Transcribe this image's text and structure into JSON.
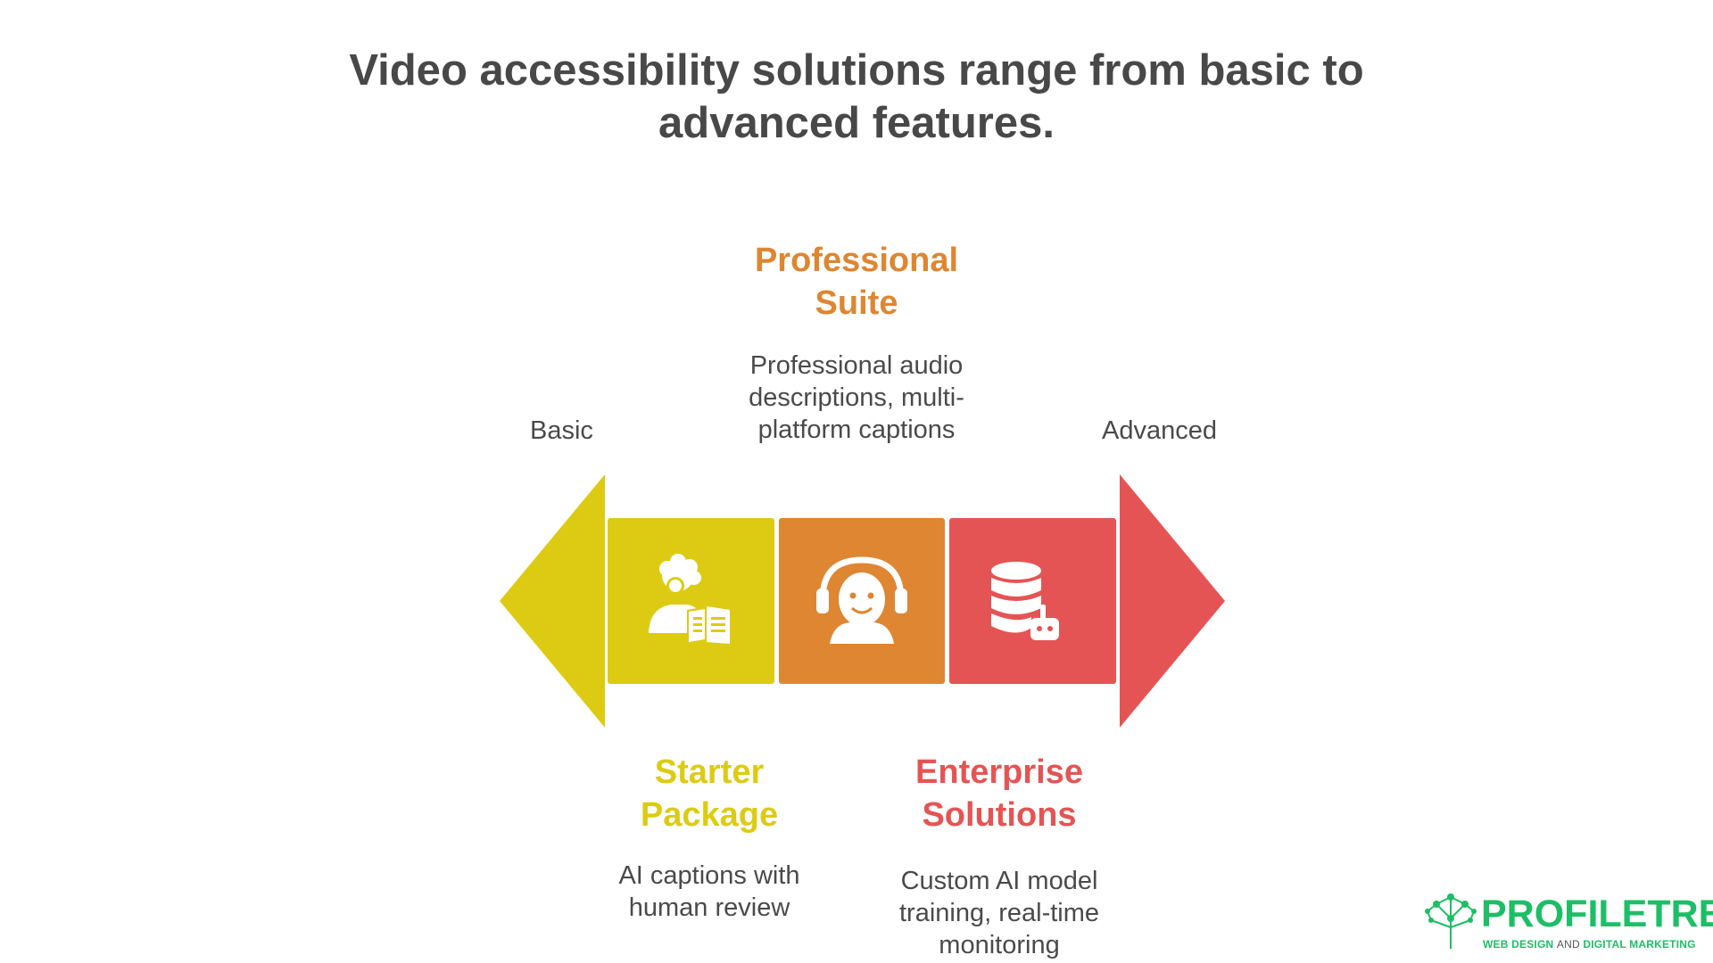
{
  "title": "Video accessibility solutions range from basic to advanced features.",
  "scale": {
    "left_label": "Basic",
    "right_label": "Advanced"
  },
  "stages": [
    {
      "title_line1": "Starter",
      "title_line2": "Package",
      "desc_line1": "AI captions with",
      "desc_line2": "human review",
      "desc_line3": "",
      "color": "#DDCB13",
      "icon": "reading-person-icon"
    },
    {
      "title_line1": "Professional",
      "title_line2": "Suite",
      "desc_line1": "Professional audio",
      "desc_line2": "descriptions, multi-",
      "desc_line3": "platform captions",
      "color": "#DE8631",
      "icon": "headphones-person-icon"
    },
    {
      "title_line1": "Enterprise",
      "title_line2": "Solutions",
      "desc_line1": "Custom AI model",
      "desc_line2": "training, real-time",
      "desc_line3": "monitoring",
      "color": "#E55454",
      "icon": "database-robot-icon"
    }
  ],
  "logo": {
    "name_part1": "PROFILE",
    "name_part2": "TREE",
    "tagline_part1": "WEB DESIGN ",
    "tagline_part2": "AND",
    "tagline_part3": " DIGITAL MARKETING",
    "color": "#1DBE66"
  }
}
